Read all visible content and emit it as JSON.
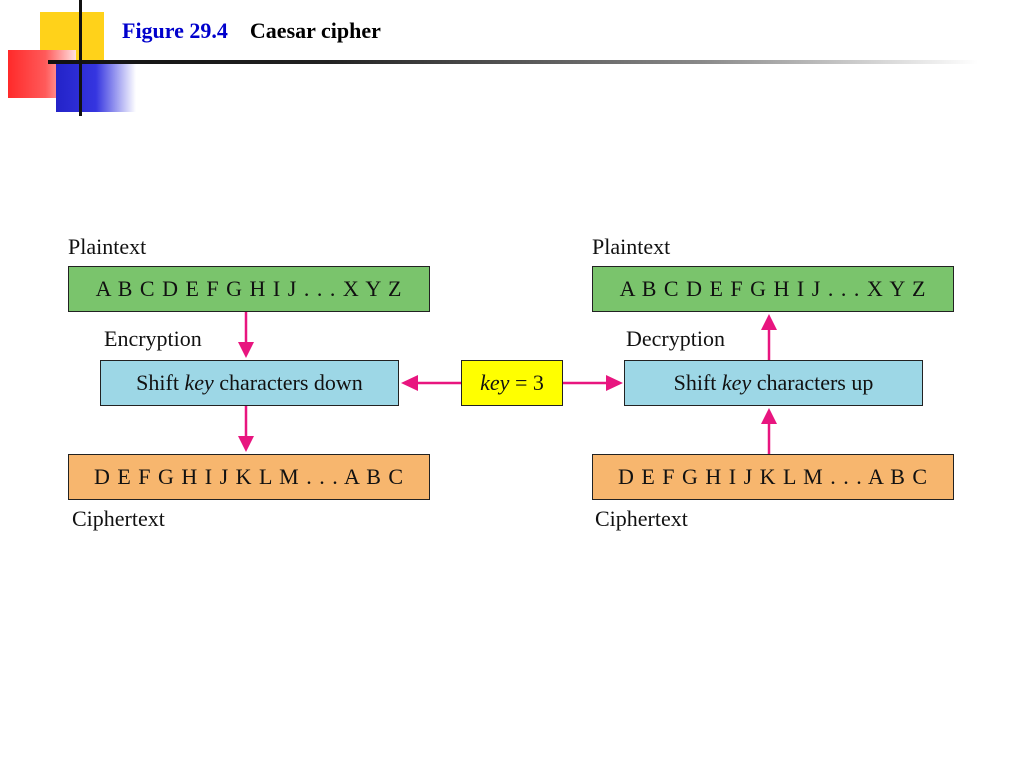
{
  "header": {
    "figure_number": "Figure 29.4",
    "figure_title": "Caesar cipher"
  },
  "encryption_side": {
    "plaintext_label": "Plaintext",
    "plaintext_sequence": "A B C D E F G H I J . . . X Y Z",
    "process_label": "Encryption",
    "shift_prefix": "Shift",
    "shift_key_word": "key",
    "shift_suffix": "characters down",
    "ciphertext_sequence": "D E F G H I J K L M . . . A B C",
    "ciphertext_label": "Ciphertext"
  },
  "decryption_side": {
    "plaintext_label": "Plaintext",
    "plaintext_sequence": "A B C D E F G H I J . . . X Y Z",
    "process_label": "Decryption",
    "shift_prefix": "Shift",
    "shift_key_word": "key",
    "shift_suffix": "characters up",
    "ciphertext_sequence": "D E F G H I J K L M . . . A B C",
    "ciphertext_label": "Ciphertext"
  },
  "key_box": {
    "key_word": "key",
    "equals_value": "= 3"
  },
  "colors": {
    "plaintext_box": "#7ac46c",
    "shift_box": "#9dd7e6",
    "ciphertext_box": "#f7b66e",
    "key_box": "#ffff00",
    "arrow": "#e8157f",
    "title_accent": "#0000cc"
  }
}
